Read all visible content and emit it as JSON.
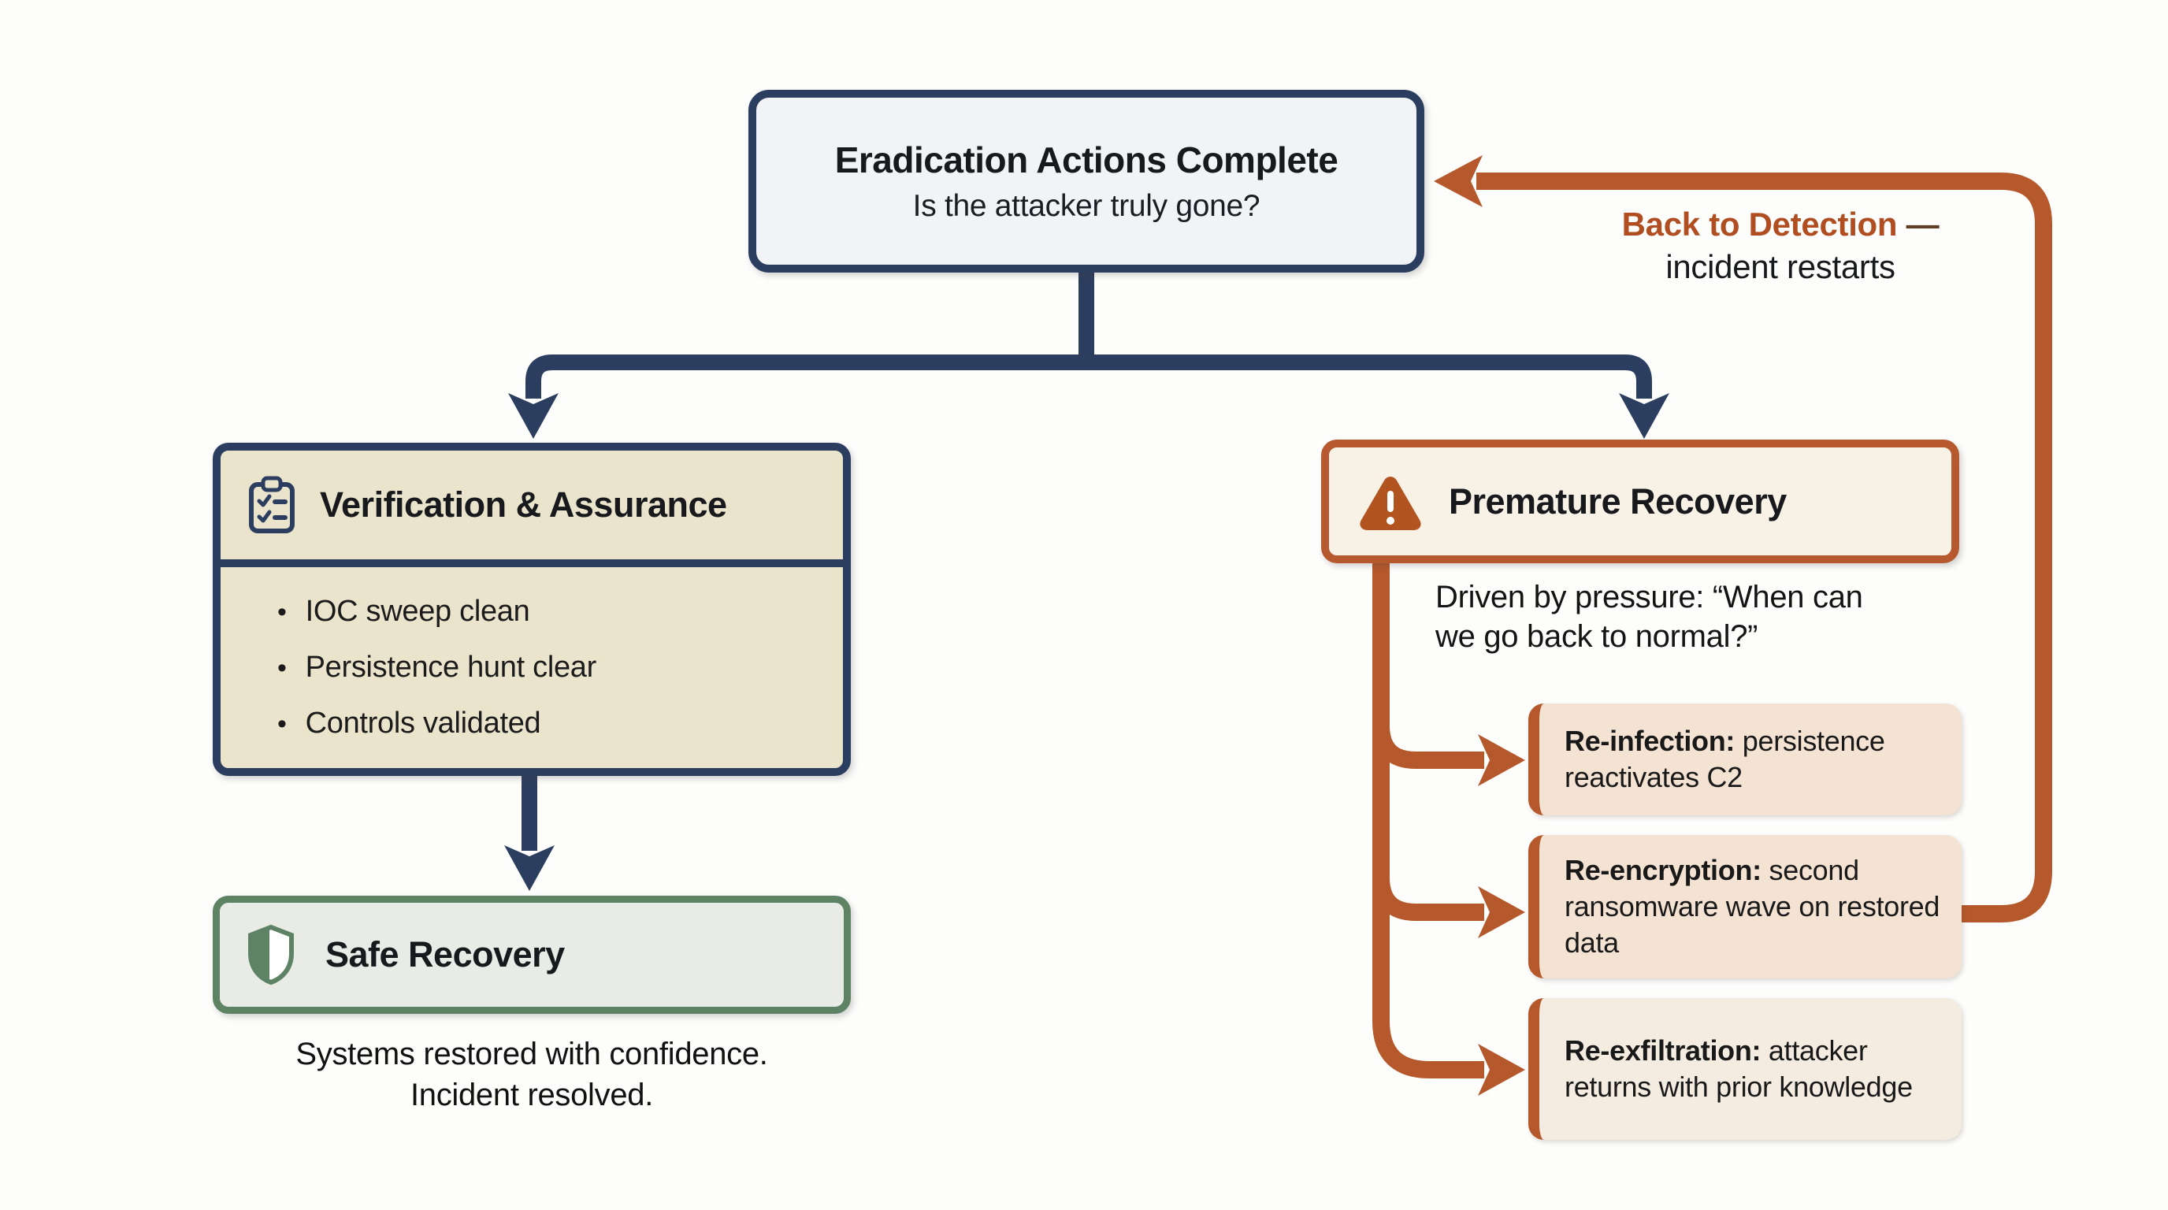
{
  "root": {
    "title": "Eradication Actions Complete",
    "subtitle": "Is the attacker truly gone?"
  },
  "verification": {
    "title": "Verification & Assurance",
    "icon": "checklist-clipboard-icon",
    "bullet": "•",
    "items": [
      "IOC sweep clean",
      "Persistence hunt clear",
      "Controls validated"
    ]
  },
  "safe": {
    "title": "Safe Recovery",
    "icon": "shield-icon",
    "caption_line1": "Systems restored with confidence.",
    "caption_line2": "Incident resolved."
  },
  "premature": {
    "title": "Premature Recovery",
    "icon": "warning-triangle-icon",
    "note_line1": "Driven by pressure: “When can",
    "note_line2": "we go back to normal?”",
    "risks": [
      {
        "lead": "Re-infection:",
        "rest": " persistence reactivates C2"
      },
      {
        "lead": "Re-encryption:",
        "rest": " second ransomware wave on restored data"
      },
      {
        "lead": "Re-exfiltration:",
        "rest": " attacker returns with prior knowledge"
      }
    ]
  },
  "feedback": {
    "label": "Back to Detection",
    "dash": " —",
    "sub": "incident restarts"
  },
  "colors": {
    "navy": "#2c3e60",
    "orange_connector": "#b5592c",
    "rust_icon": "#b2541f",
    "green": "#5d8264",
    "back_label_orange": "#b04e22",
    "verification_fill": "#ebe4cc",
    "premature_fill": "#f8f1e6",
    "risk_fill": "#f4e3d3",
    "safe_fill": "#e9ece6",
    "root_fill": "#f2f3f7"
  }
}
